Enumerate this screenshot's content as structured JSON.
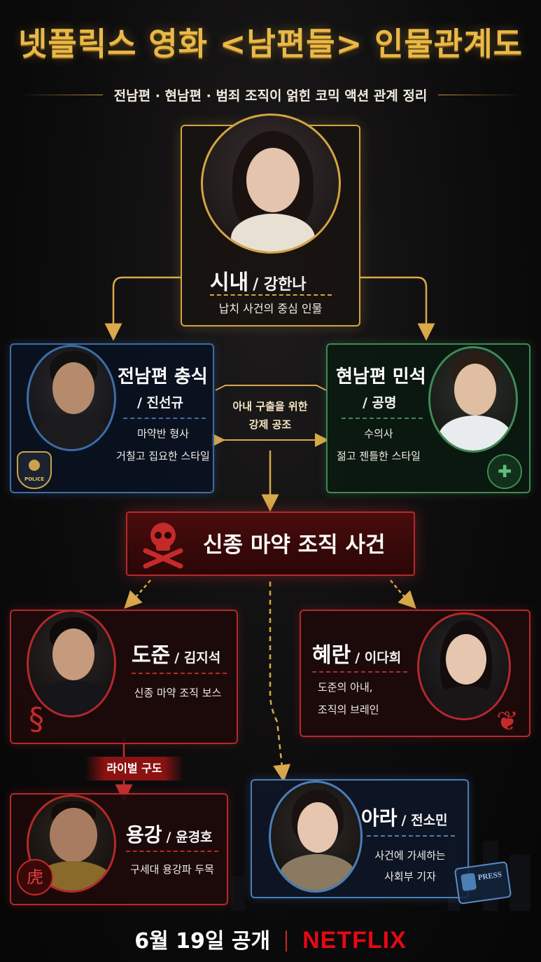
{
  "title": "넷플릭스 영화 <남편들> 인물관계도",
  "subtitle": "전남편 · 현남편 · 범죄 조직이 얽힌 코믹 액션 관계 정리",
  "nodes": {
    "center": {
      "name": "시내",
      "actor": "/ 강한나",
      "desc": "납치 사건의 중심 인물"
    },
    "ex_husband": {
      "name": "전남편 충식",
      "actor": "/ 진선규",
      "desc1": "마약반 형사",
      "desc2": "거칠고 집요한 스타일",
      "badge": "POLICE"
    },
    "current_husband": {
      "name": "현남편 민석",
      "actor": "/ 공명",
      "desc1": "수의사",
      "desc2": "젊고 젠틀한 스타일"
    },
    "dojun": {
      "name": "도준",
      "actor": "/ 김지석",
      "desc": "신종 마약 조직 보스"
    },
    "hyeran": {
      "name": "혜란",
      "actor": "/ 이다희",
      "desc1": "도준의 아내,",
      "desc2": "조직의 브레인"
    },
    "yonggang": {
      "name": "용강",
      "actor": "/ 윤경호",
      "desc": "구세대 용강파 두목"
    },
    "ara": {
      "name": "아라",
      "actor": "/ 전소민",
      "desc1": "사건에 가세하는",
      "desc2": "사회부 기자",
      "badge": "PRESS"
    }
  },
  "relations": {
    "cooperation_line1": "아내 구출을 위한",
    "cooperation_line2": "강제 공조",
    "rivalry": "라이벌 구도"
  },
  "incident": "신종 마약 조직 사건",
  "footer": {
    "release": "6월 19일 공개",
    "brand": "NETFLIX"
  },
  "colors": {
    "gold": "#d4a444",
    "police_blue": "#3b6ea8",
    "vet_green": "#3f8a55",
    "crime_red": "#b4292a",
    "netflix_red": "#e50914"
  }
}
